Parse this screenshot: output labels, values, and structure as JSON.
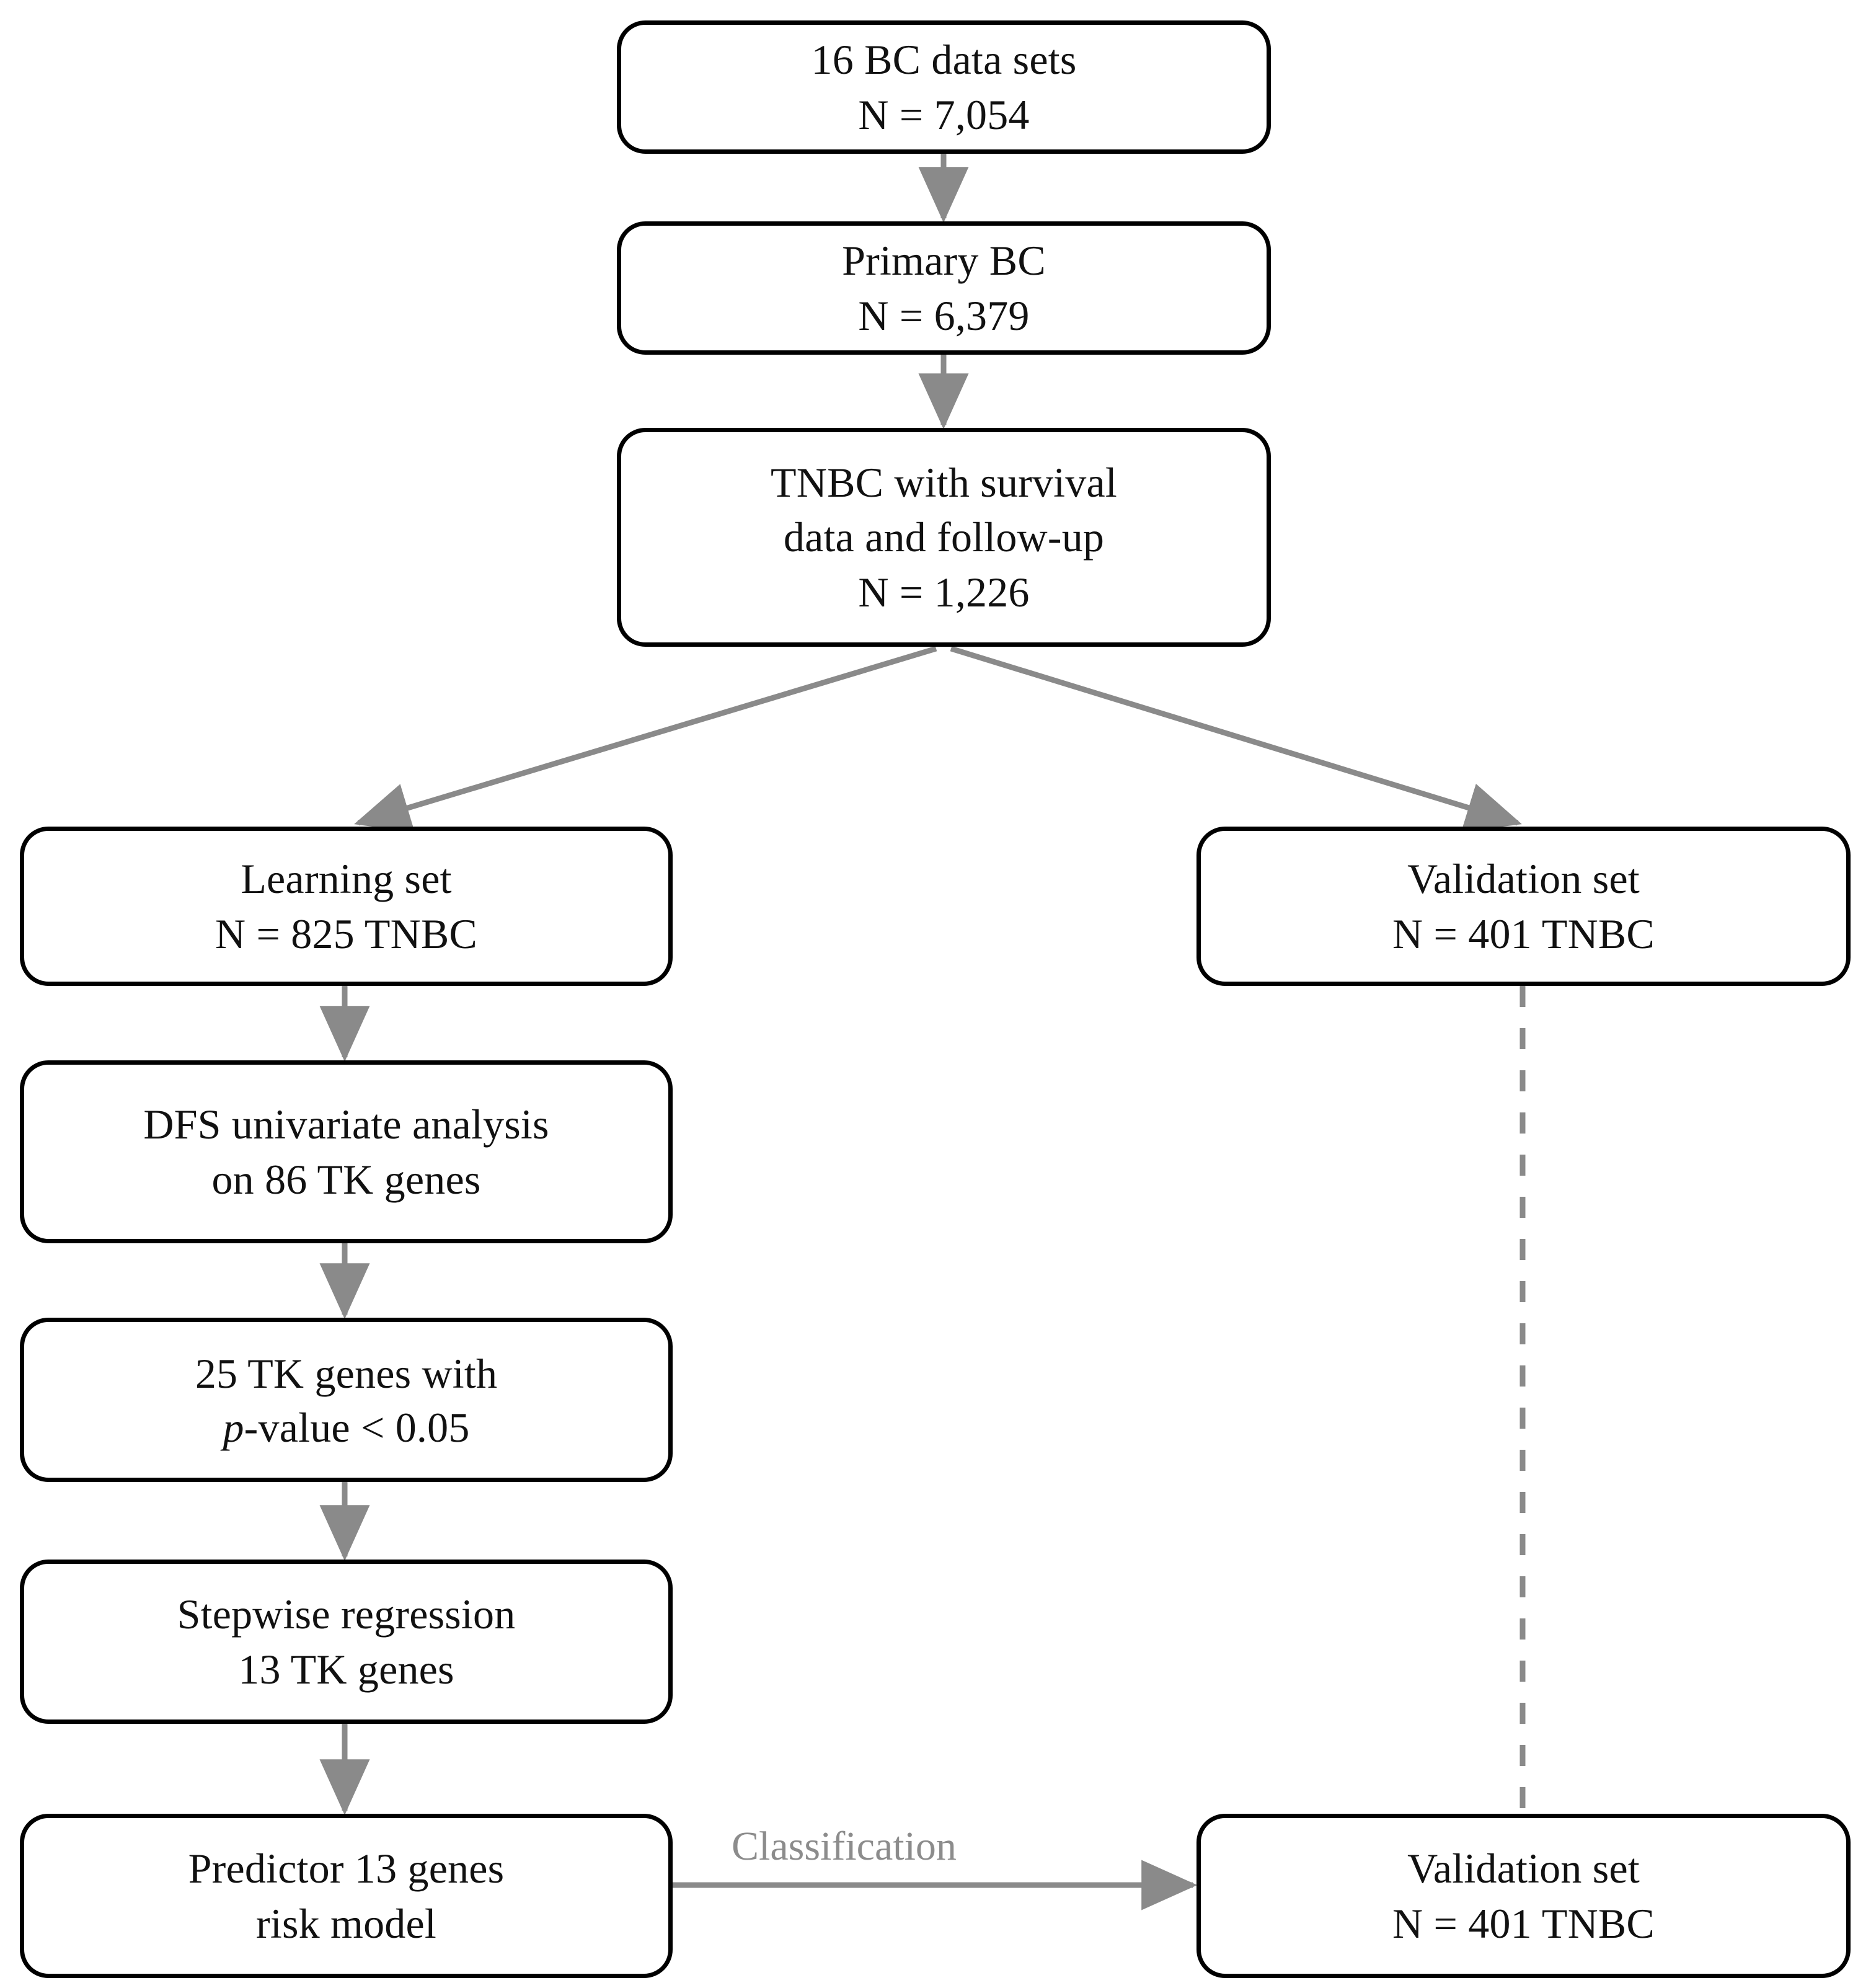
{
  "diagram": {
    "title": "TNBC tyrosine kinase gene predictor study flowchart",
    "accent_color": "#808080",
    "box_border_color": "#000000",
    "text_color": "#111111",
    "label_color": "#8c8c8c",
    "background": "#ffffff"
  },
  "nodes": {
    "datasets": {
      "line1": "16 BC data sets",
      "line2": "N = 7,054"
    },
    "primary_bc": {
      "line1": "Primary BC",
      "line2": "N = 6,379"
    },
    "tnbc_survival": {
      "line1": "TNBC with survival",
      "line2": "data and follow-up",
      "line3": "N = 1,226"
    },
    "learning_set": {
      "line1": "Learning set",
      "line2": "N = 825 TNBC"
    },
    "validation_set_top": {
      "line1": "Validation set",
      "line2": "N = 401 TNBC"
    },
    "dfs_univariate": {
      "line1": "DFS univariate analysis",
      "line2": "on 86 TK genes"
    },
    "tk_genes_pvalue": {
      "line1": "25 TK genes with",
      "line2_italic": "p",
      "line2_rest": "-value < 0.05"
    },
    "stepwise_regression": {
      "line1": "Stepwise regression",
      "line2": "13 TK genes"
    },
    "predictor_model": {
      "line1": "Predictor 13 genes",
      "line2": "risk model"
    },
    "validation_set_bottom": {
      "line1": "Validation set",
      "line2": "N = 401 TNBC"
    }
  },
  "edges": {
    "classification_label": "Classification"
  }
}
